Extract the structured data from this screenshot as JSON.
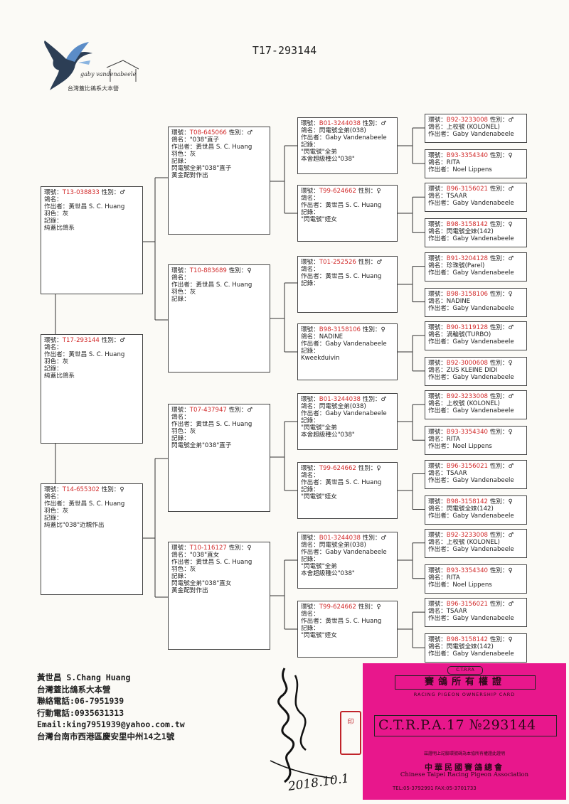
{
  "header": {
    "title": "T17-293144"
  },
  "logo": {
    "script_text": "gaby vandenabeele",
    "caption": "台灣蓋比鴿系大本營"
  },
  "labels": {
    "ring": "環號：",
    "sex": " 性別：",
    "name": "鴿名：",
    "breeder": "作出者：",
    "color": "羽色：",
    "record": "記錄："
  },
  "pedigree": [
    {
      "ring": "T13-038833",
      "sex": "♂",
      "name": "",
      "breeder": "黃世昌 S. C. Huang",
      "color": "灰",
      "record": "",
      "notes": [
        "純蓋比鴿系"
      ]
    },
    {
      "ring": "T17-293144",
      "sex": "♂",
      "name": "",
      "breeder": "黃世昌 S. C. Huang",
      "color": "灰",
      "record": "",
      "notes": [
        "純蓋比鴿系"
      ]
    },
    {
      "ring": "T14-655302",
      "sex": "♀",
      "name": "",
      "breeder": "黃世昌 S. C. Huang",
      "color": "灰",
      "record": "",
      "notes": [
        "純蓋比\"038\"近親作出"
      ]
    },
    {
      "ring": "T08-645066",
      "sex": "♂",
      "name": "\"038\"直子",
      "breeder": "黃世昌 S. C. Huang",
      "color": "灰",
      "record": "",
      "notes": [
        "閃電號全弟\"038\"直子",
        "黃金配對作出"
      ]
    },
    {
      "ring": "T10-883689",
      "sex": "♀",
      "name": "",
      "breeder": "黃世昌 S. C. Huang",
      "color": "灰",
      "record": "",
      "notes": []
    },
    {
      "ring": "T07-437947",
      "sex": "♂",
      "name": "",
      "breeder": "黃世昌 S. C. Huang",
      "color": "灰",
      "record": "",
      "notes": [
        "閃電號全弟\"038\"直子"
      ]
    },
    {
      "ring": "T10-116127",
      "sex": "♀",
      "name": "\"038\"直女",
      "breeder": "黃世昌 S. C. Huang",
      "color": "灰",
      "record": "",
      "notes": [
        "閃電號全弟\"038\"直女",
        "黃金配對作出"
      ]
    },
    {
      "ring": "B01-3244038",
      "sex": "♂",
      "name": "閃電號全弟(038)",
      "breeder": "Gaby Vandenabeele",
      "record": "",
      "notes": [
        "\"閃電號\"全弟",
        "本舍超級種公\"038\""
      ]
    },
    {
      "ring": "T99-624662",
      "sex": "♀",
      "name": "",
      "breeder": "黃世昌 S. C. Huang",
      "record": "",
      "notes": [
        "\"閃電號\"姪女"
      ]
    },
    {
      "ring": "T01-252526",
      "sex": "♂",
      "name": "",
      "breeder": "黃世昌 S. C. Huang",
      "record": "",
      "notes": []
    },
    {
      "ring": "B98-3158106",
      "sex": "♀",
      "name": "NADINE",
      "breeder": "Gaby Vandenabeele",
      "record": "",
      "notes": [
        "Kweekduivin"
      ]
    },
    {
      "ring": "B01-3244038",
      "sex": "♂",
      "name": "閃電號全弟(038)",
      "breeder": "Gaby Vandenabeele",
      "record": "",
      "notes": [
        "\"閃電號\"全弟",
        "本舍超級種公\"038\""
      ]
    },
    {
      "ring": "T99-624662",
      "sex": "♀",
      "name": "",
      "breeder": "黃世昌 S. C. Huang",
      "record": "",
      "notes": [
        "\"閃電號\"姪女"
      ]
    },
    {
      "ring": "B01-3244038",
      "sex": "♂",
      "name": "閃電號全弟(038)",
      "breeder": "Gaby Vandenabeele",
      "record": "",
      "notes": [
        "\"閃電號\"全弟",
        "本舍超級種公\"038\""
      ]
    },
    {
      "ring": "T99-624662",
      "sex": "♀",
      "name": "",
      "breeder": "黃世昌 S. C. Huang",
      "record": "",
      "notes": [
        "\"閃電號\"姪女"
      ]
    },
    {
      "ring": "B92-3233008",
      "sex": "♂",
      "name": "上校號 (KOLONEL)",
      "breeder": "Gaby Vandenabeele"
    },
    {
      "ring": "B93-3354340",
      "sex": "♀",
      "name": "RITA",
      "breeder": "Noel Lippens"
    },
    {
      "ring": "B96-3156021",
      "sex": "♂",
      "name": "TSAAR",
      "breeder": "Gaby Vandenabeele"
    },
    {
      "ring": "B98-3158142",
      "sex": "♀",
      "name": "閃電號全妹(142)",
      "breeder": "Gaby Vandenabeele"
    },
    {
      "ring": "B91-3204128",
      "sex": "♂",
      "name": "珍珠號(Parel)",
      "breeder": "Gaby Vandenabeele"
    },
    {
      "ring": "B98-3158106",
      "sex": "♀",
      "name": "NADINE",
      "breeder": "Gaby Vandenabeele"
    },
    {
      "ring": "B90-3119128",
      "sex": "♂",
      "name": "渦輪號(TURBO)",
      "breeder": "Gaby Vandenabeele"
    },
    {
      "ring": "B92-3000608",
      "sex": "♀",
      "name": "ZUS KLEINE DIDI",
      "breeder": "Gaby Vandenabeele"
    },
    {
      "ring": "B92-3233008",
      "sex": "♂",
      "name": "上校號 (KOLONEL)",
      "breeder": "Gaby Vandenabeele"
    },
    {
      "ring": "B93-3354340",
      "sex": "♀",
      "name": "RITA",
      "breeder": "Noel Lippens"
    },
    {
      "ring": "B96-3156021",
      "sex": "♂",
      "name": "TSAAR",
      "breeder": "Gaby Vandenabeele"
    },
    {
      "ring": "B98-3158142",
      "sex": "♀",
      "name": "閃電號全妹(142)",
      "breeder": "Gaby Vandenabeele"
    },
    {
      "ring": "B92-3233008",
      "sex": "♂",
      "name": "上校號 (KOLONEL)",
      "breeder": "Gaby Vandenabeele"
    },
    {
      "ring": "B93-3354340",
      "sex": "♀",
      "name": "RITA",
      "breeder": "Noel Lippens"
    },
    {
      "ring": "B96-3156021",
      "sex": "♂",
      "name": "TSAAR",
      "breeder": "Gaby Vandenabeele"
    },
    {
      "ring": "B98-3158142",
      "sex": "♀",
      "name": "閃電號全妹(142)",
      "breeder": "Gaby Vandenabeele"
    }
  ],
  "contact": {
    "name": "黃世昌 S.Chang Huang",
    "org": "台灣蓋比鴿系大本營",
    "phone": "聯絡電話:06-7951939",
    "mobile": "行動電話:0935631313",
    "email": "Email:king7951939@yahoo.com.tw",
    "address": "台灣台南市西港區慶安里中州14之1號"
  },
  "certificate": {
    "seal": "C.T.R.P.A",
    "title_zh": "賽鴿所有權證",
    "title_en": "RACING PIGEON OWNERSHIP CARD",
    "number": "C.T.R.P.A.17 №293144",
    "notice": "茲證明上記腳環號碼為本協所有權證此證明",
    "org_zh": "中華民國賽鴿總會",
    "org_en": "Chinese Taipei Racing Pigeon Association",
    "tel": "TEL:05-3792991   FAX:05-3701733"
  },
  "signature": {
    "date": "2018.10.1"
  },
  "stamp": {
    "text": "印"
  },
  "colors": {
    "ring": "#d22b2b",
    "certificate": "#e8178c"
  }
}
